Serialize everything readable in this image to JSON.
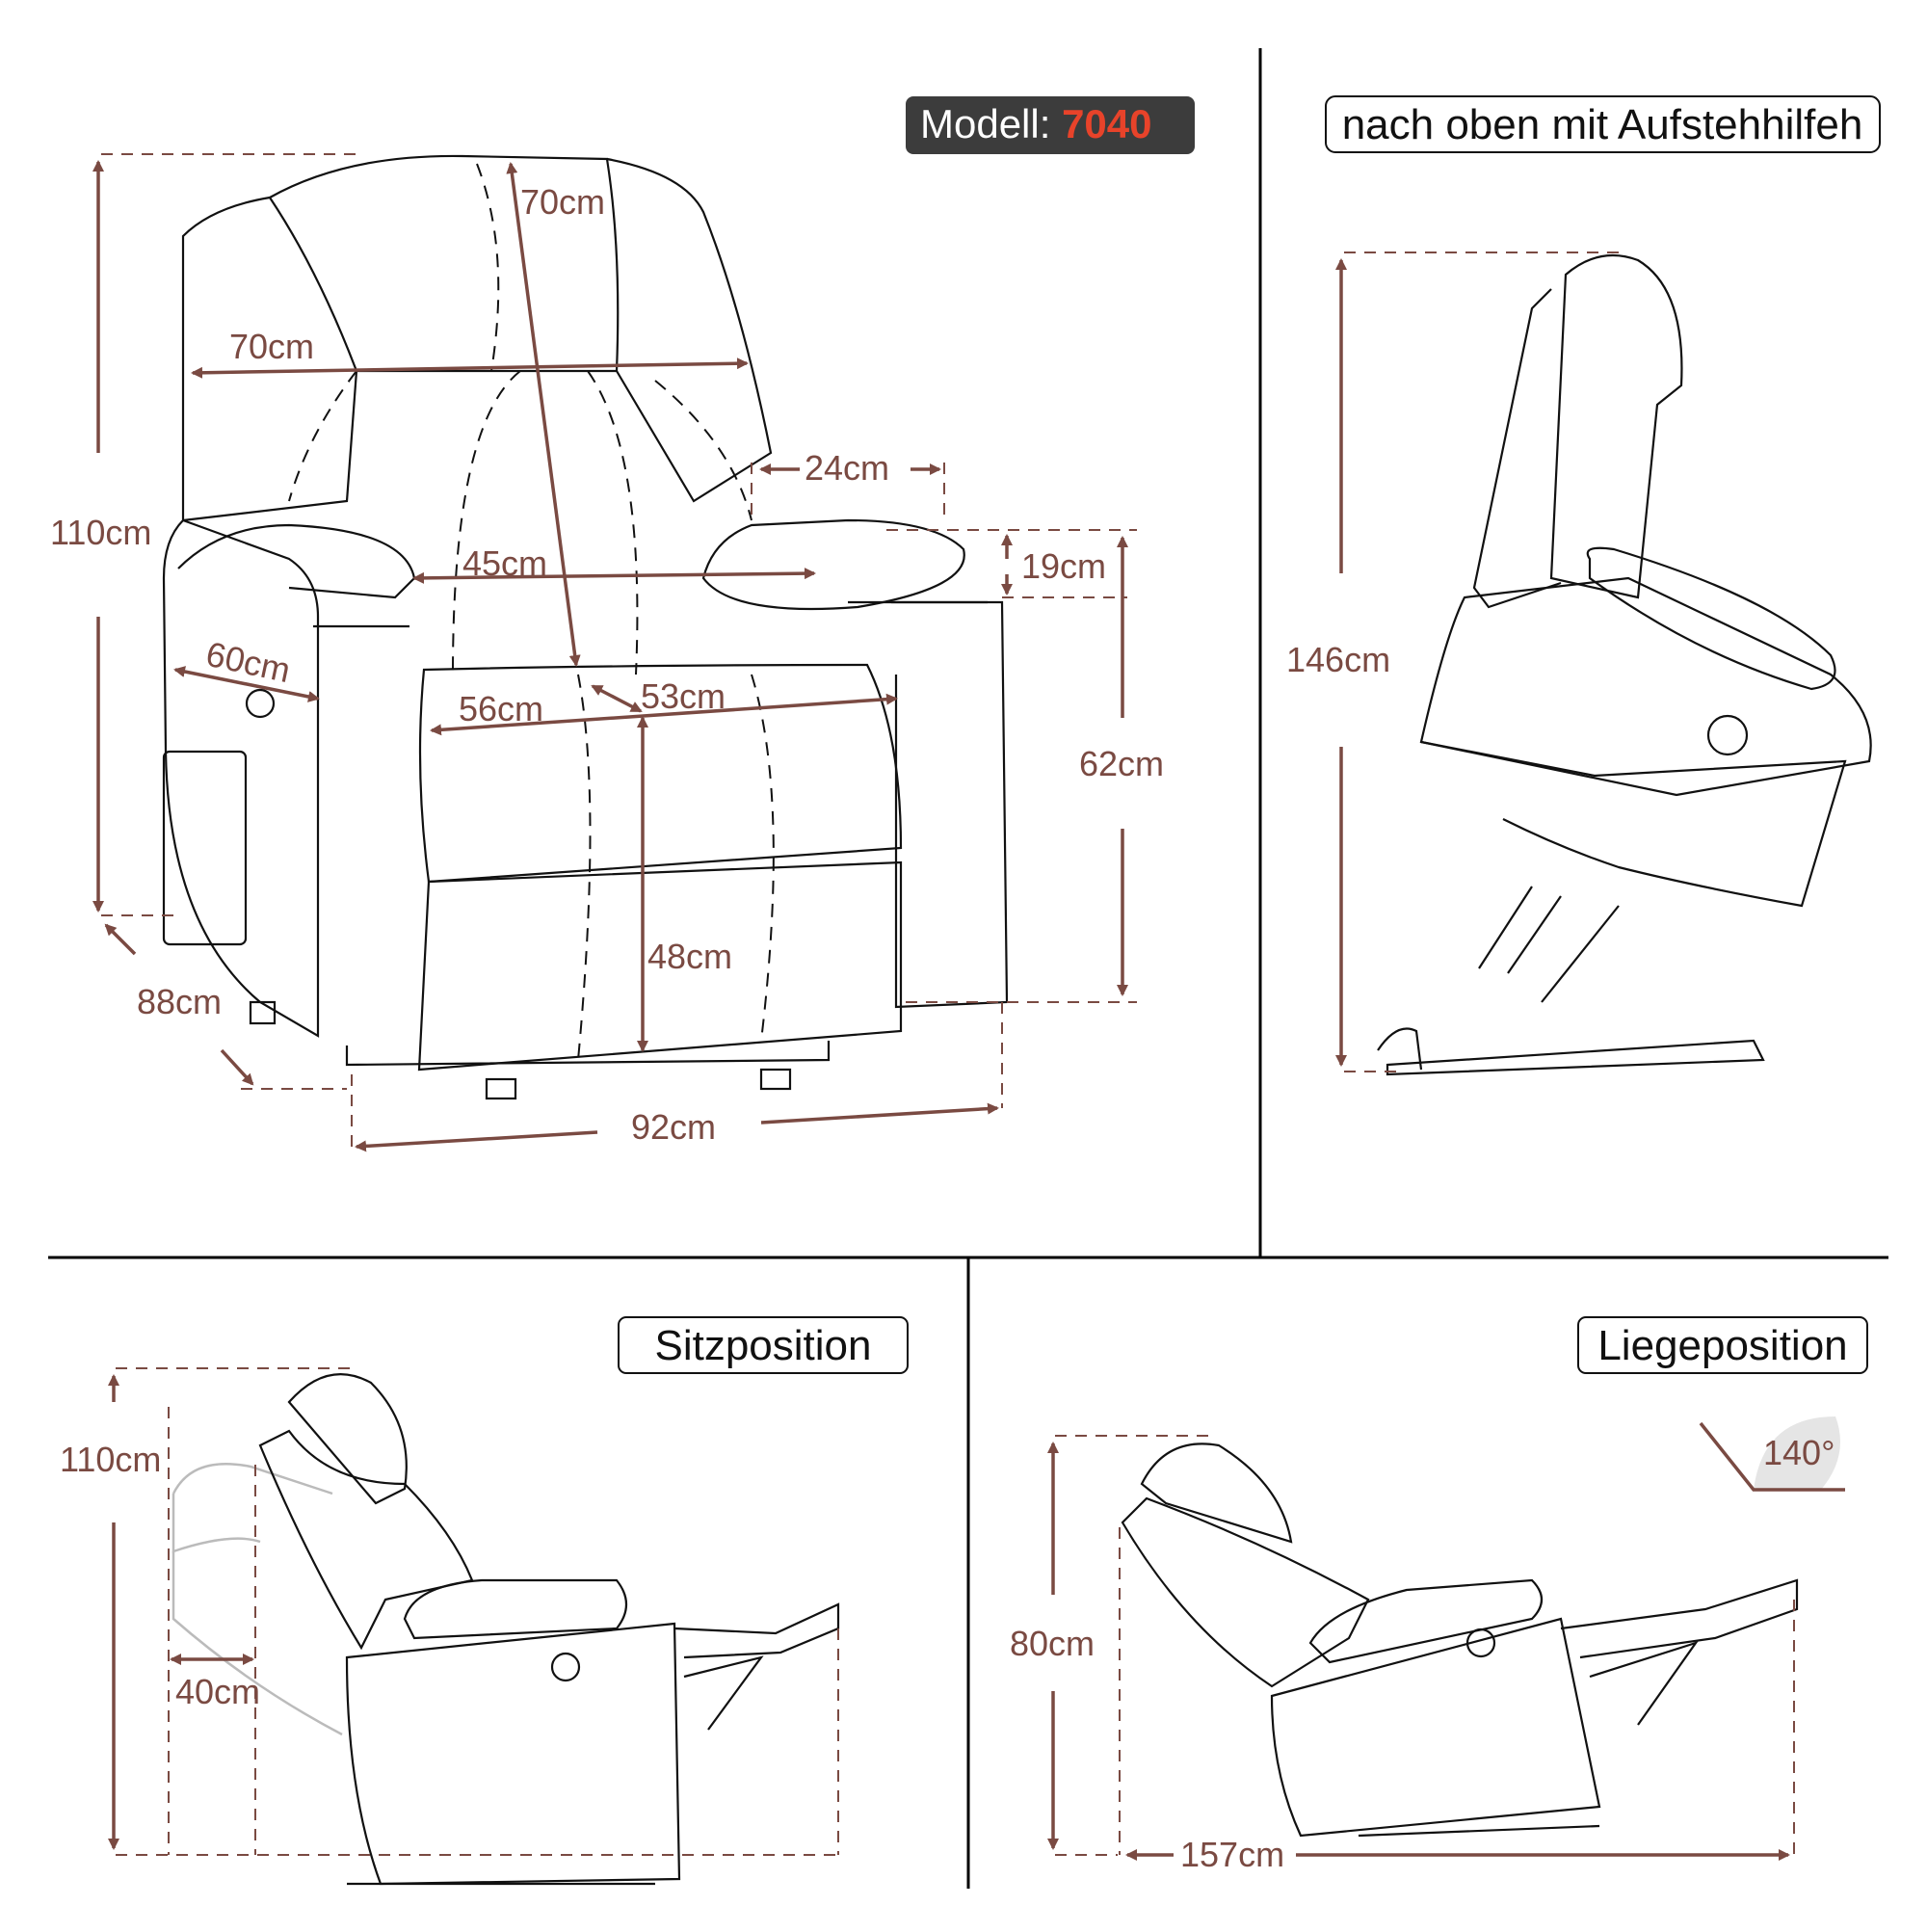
{
  "model_badge": {
    "prefix": "Modell: ",
    "number": "7040",
    "accent_color": "#e8432a",
    "background": "#3c3c3c"
  },
  "panels": {
    "main": {
      "dims": {
        "total_height": "110cm",
        "headrest_height": "70cm",
        "back_width": "70cm",
        "armrest_width": "24cm",
        "armrest_height": "19cm",
        "inner_width": "45cm",
        "side_depth": "60cm",
        "seat_width": "56cm",
        "seat_depth": "53cm",
        "arm_height": "62cm",
        "seat_height": "48cm",
        "depth": "88cm",
        "total_width": "92cm"
      }
    },
    "lift": {
      "label": "nach oben mit Aufstehhilfeh",
      "height": "146cm"
    },
    "sitting": {
      "label": "Sitzposition",
      "height": "110cm",
      "wall_clearance": "40cm"
    },
    "lying": {
      "label": "Liegeposition",
      "height": "80cm",
      "length": "157cm",
      "angle": "140°"
    }
  },
  "colors": {
    "dimension": "#7a4a42",
    "line": "#111111",
    "divider": "#000000"
  }
}
